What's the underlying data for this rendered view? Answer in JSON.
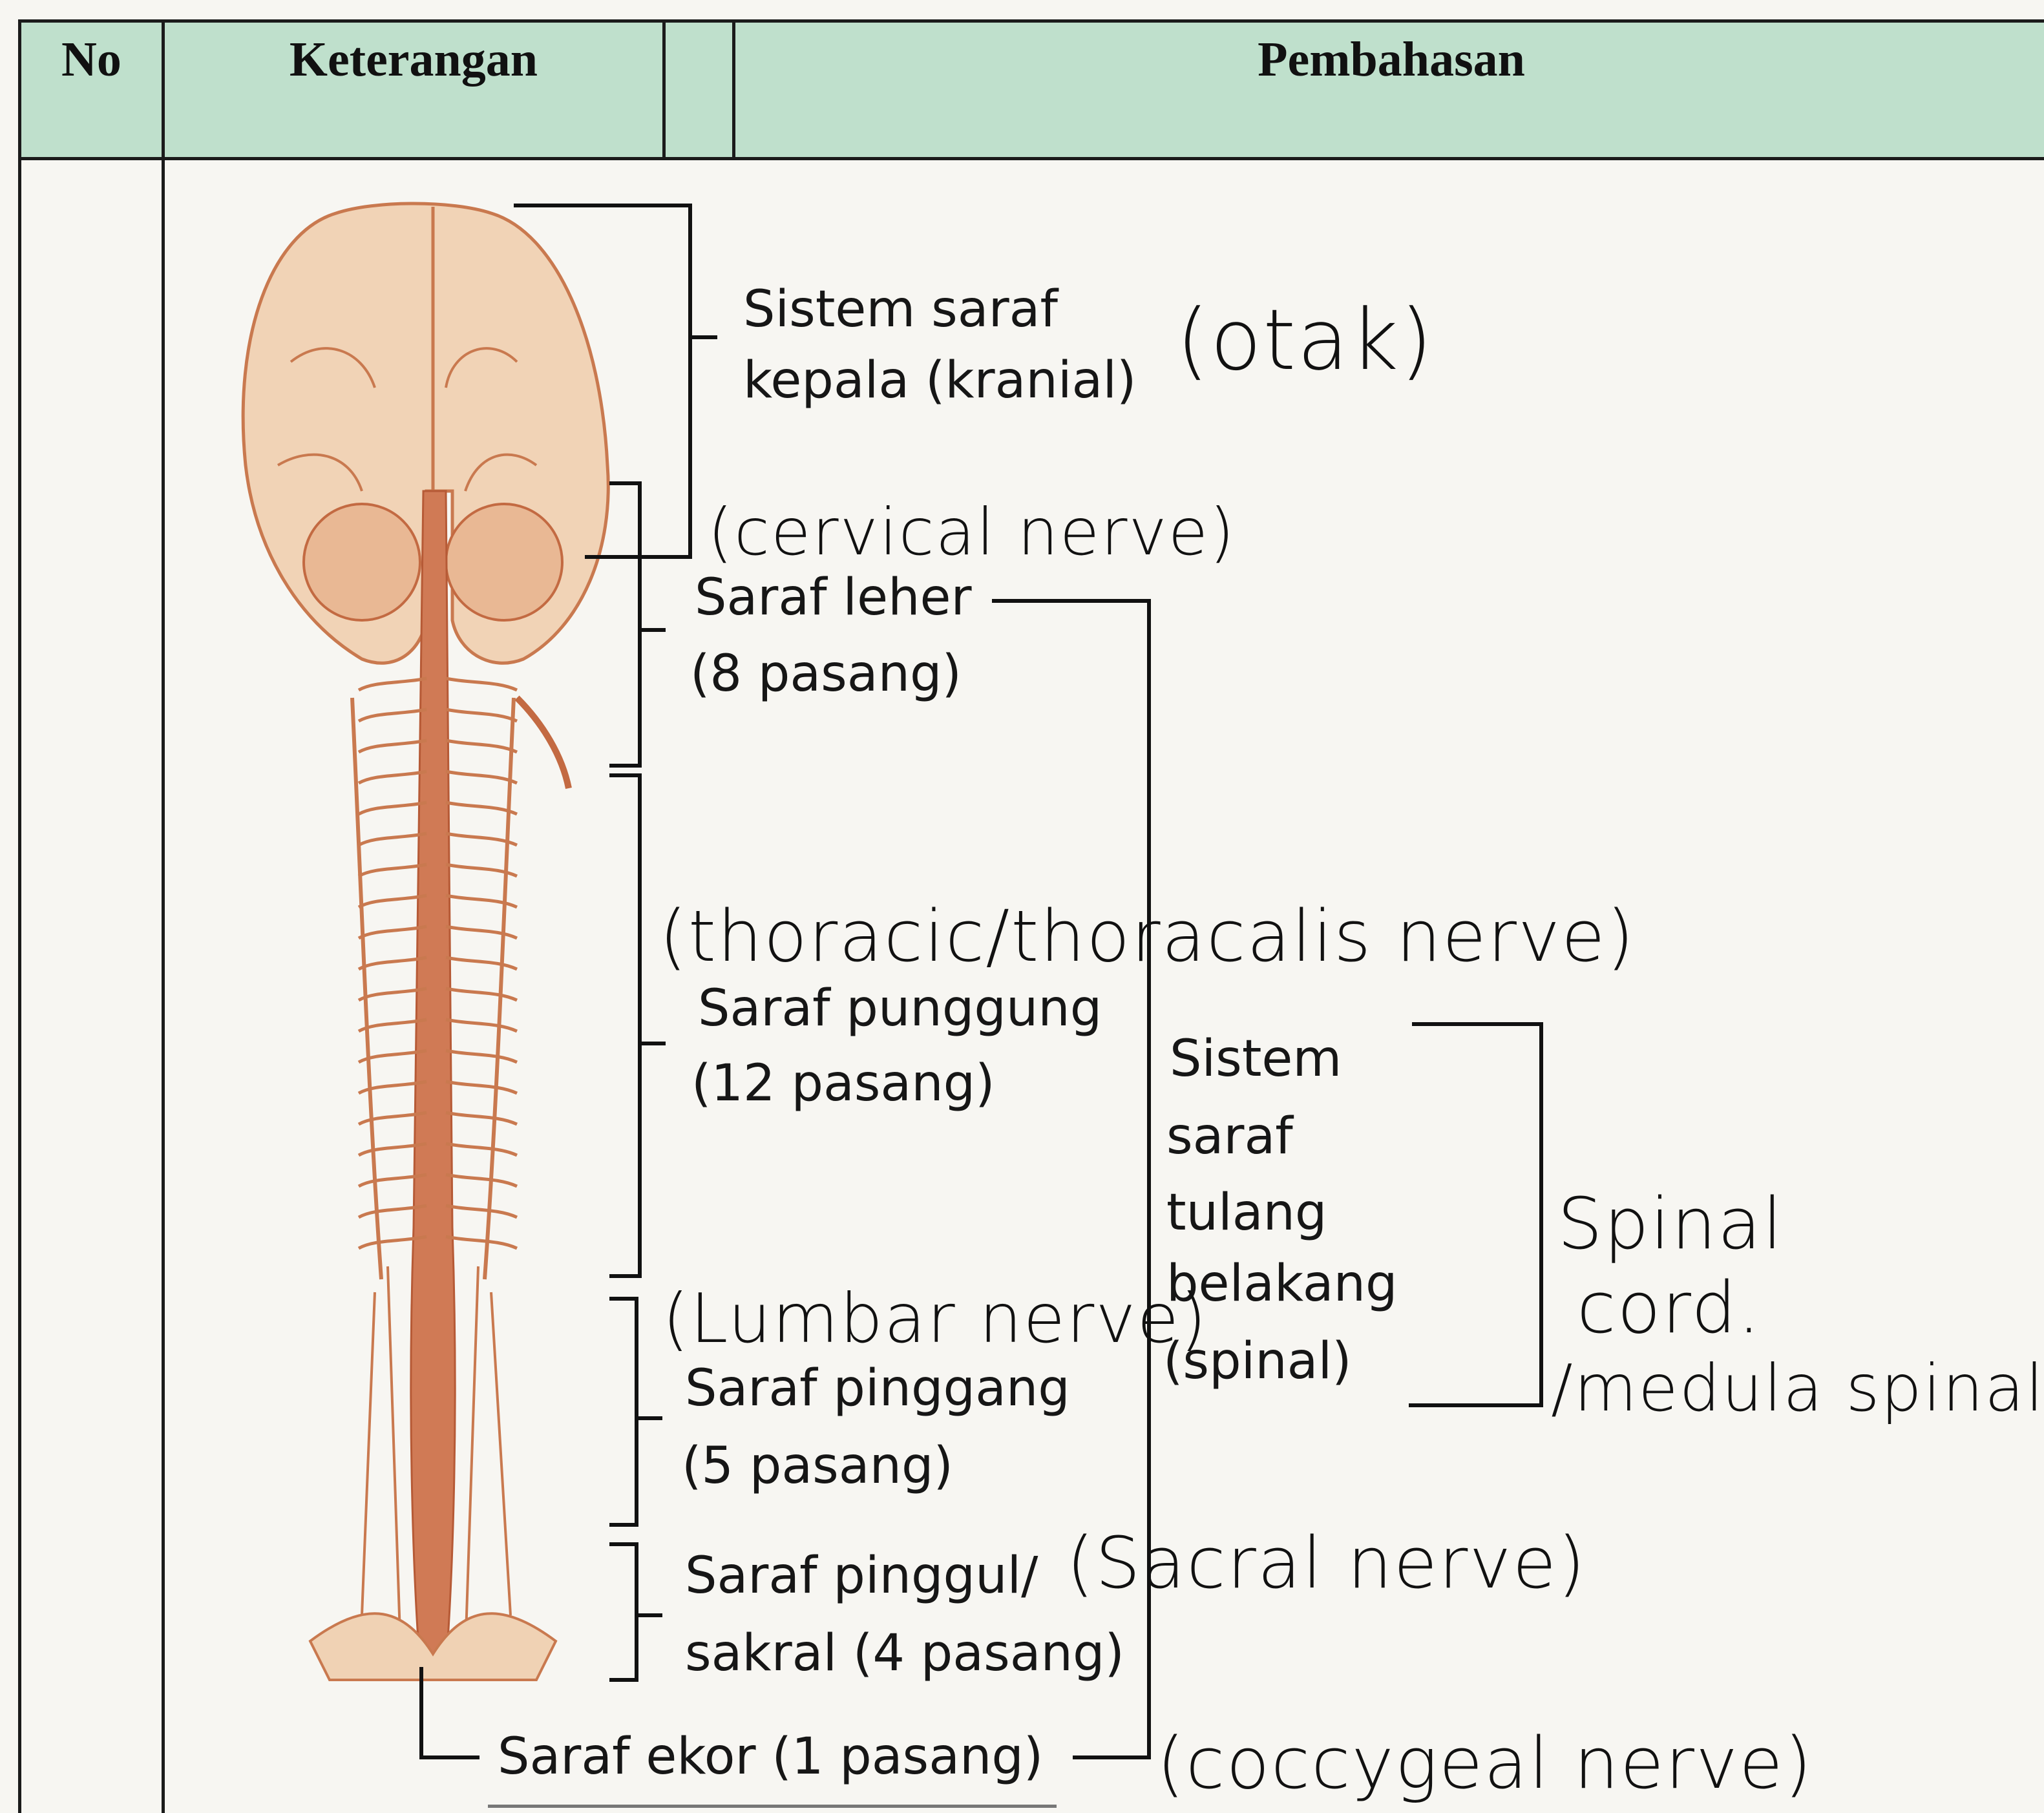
{
  "table": {
    "headers": {
      "no": "No",
      "keterangan": "Keterangan",
      "pembahasan": "Pembahasan"
    }
  },
  "diagram": {
    "labels": {
      "cranial_line1": "Sistem saraf",
      "cranial_line2": "kepala (kranial)",
      "cervical_line1": "Saraf leher",
      "cervical_line2": "(8 pasang)",
      "thoracic_line1": "Saraf punggung",
      "thoracic_line2": "(12 pasang)",
      "spinal_system_line1": "Sistem",
      "spinal_system_line2": "saraf",
      "spinal_system_line3": "tulang",
      "spinal_system_line4": "belakang",
      "spinal_system_line5": "(spinal)",
      "lumbar_line1": "Saraf pinggang",
      "lumbar_line2": "(5 pasang)",
      "sacral_line1": "Saraf pinggul/",
      "sacral_line2": "sakral (4 pasang)",
      "coccygeal": "Saraf ekor (1 pasang)"
    },
    "handwritten": {
      "otak": "(otak)",
      "cervical": "(cervical nerve)",
      "thoracic": "(thoracic/thoracalis nerve)",
      "lumbar": "(Lumbar nerve)",
      "sacral": "(Sacral nerve)",
      "coccygeal": "(coccygeal nerve)",
      "spinal_line1": "Spinal",
      "spinal_line2": "cord.",
      "spinal_line3": "/medula spinalis"
    },
    "colors": {
      "header_bg": "#bfe0cc",
      "nerve": "#c8643c",
      "brain": "#f0d2b4"
    }
  }
}
